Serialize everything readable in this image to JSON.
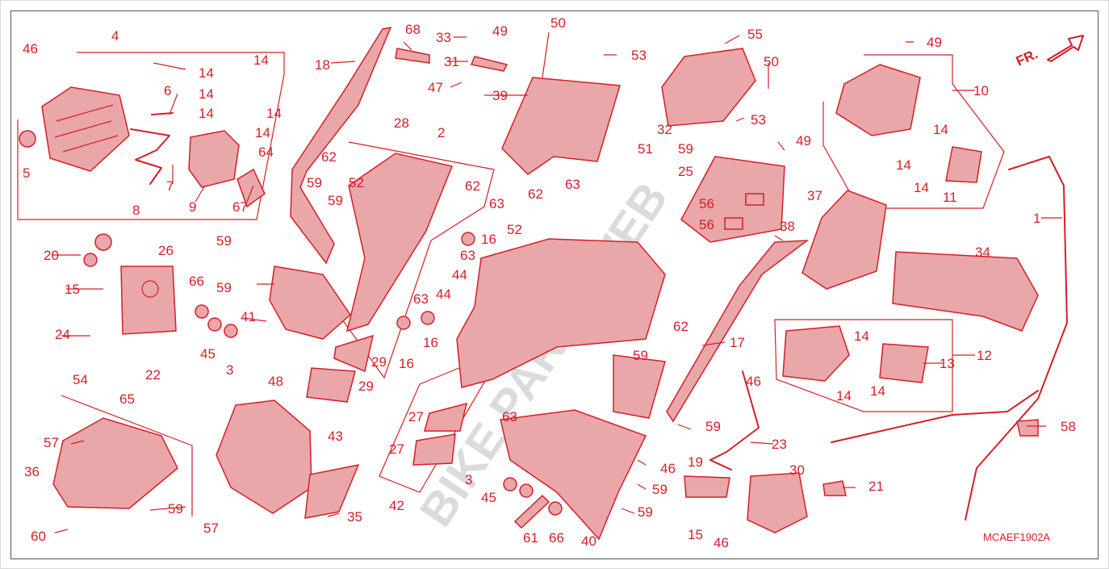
{
  "diagram": {
    "code": "MCAEF1902A",
    "direction": "FR.",
    "watermark": "BIKE PARTS WEB",
    "labels": [
      {
        "id": "l4",
        "text": "4"
      },
      {
        "id": "l46a",
        "text": "46"
      },
      {
        "id": "l5",
        "text": "5"
      },
      {
        "id": "l6",
        "text": "6"
      },
      {
        "id": "l7",
        "text": "7"
      },
      {
        "id": "l8",
        "text": "8"
      },
      {
        "id": "l9",
        "text": "9"
      },
      {
        "id": "l14a",
        "text": "14"
      },
      {
        "id": "l14b",
        "text": "14"
      },
      {
        "id": "l14c",
        "text": "14"
      },
      {
        "id": "l14d",
        "text": "14"
      },
      {
        "id": "l14e",
        "text": "14"
      },
      {
        "id": "l14f",
        "text": "14"
      },
      {
        "id": "l64",
        "text": "64"
      },
      {
        "id": "l67",
        "text": "67"
      },
      {
        "id": "l18",
        "text": "18"
      },
      {
        "id": "l68",
        "text": "68"
      },
      {
        "id": "l33",
        "text": "33"
      },
      {
        "id": "l31",
        "text": "31"
      },
      {
        "id": "l47",
        "text": "47"
      },
      {
        "id": "l28",
        "text": "28"
      },
      {
        "id": "l2",
        "text": "2"
      },
      {
        "id": "l49a",
        "text": "49"
      },
      {
        "id": "l50a",
        "text": "50"
      },
      {
        "id": "l53a",
        "text": "53"
      },
      {
        "id": "l39",
        "text": "39"
      },
      {
        "id": "l55",
        "text": "55"
      },
      {
        "id": "l50b",
        "text": "50"
      },
      {
        "id": "l53b",
        "text": "53"
      },
      {
        "id": "l32",
        "text": "32"
      },
      {
        "id": "l59a",
        "text": "59"
      },
      {
        "id": "l25",
        "text": "25"
      },
      {
        "id": "l51",
        "text": "51"
      },
      {
        "id": "l49b",
        "text": "49"
      },
      {
        "id": "l49c",
        "text": "49"
      },
      {
        "id": "l10",
        "text": "10"
      },
      {
        "id": "l14g",
        "text": "14"
      },
      {
        "id": "l14h",
        "text": "14"
      },
      {
        "id": "l14i",
        "text": "14"
      },
      {
        "id": "l11",
        "text": "11"
      },
      {
        "id": "l62a",
        "text": "62"
      },
      {
        "id": "l59b",
        "text": "59"
      },
      {
        "id": "l52a",
        "text": "52"
      },
      {
        "id": "l62b",
        "text": "62"
      },
      {
        "id": "l59c",
        "text": "59"
      },
      {
        "id": "l63a",
        "text": "63"
      },
      {
        "id": "l62c",
        "text": "62"
      },
      {
        "id": "l63b",
        "text": "63"
      },
      {
        "id": "l16a",
        "text": "16"
      },
      {
        "id": "l52b",
        "text": "52"
      },
      {
        "id": "l56a",
        "text": "56"
      },
      {
        "id": "l56b",
        "text": "56"
      },
      {
        "id": "l38",
        "text": "38"
      },
      {
        "id": "l37",
        "text": "37"
      },
      {
        "id": "l1",
        "text": "1"
      },
      {
        "id": "l20",
        "text": "20"
      },
      {
        "id": "l26",
        "text": "26"
      },
      {
        "id": "l59d",
        "text": "59"
      },
      {
        "id": "l63c",
        "text": "63"
      },
      {
        "id": "l44a",
        "text": "44"
      },
      {
        "id": "l34",
        "text": "34"
      },
      {
        "id": "l15a",
        "text": "15"
      },
      {
        "id": "l66a",
        "text": "66"
      },
      {
        "id": "l59e",
        "text": "59"
      },
      {
        "id": "l44b",
        "text": "44"
      },
      {
        "id": "l63d",
        "text": "63"
      },
      {
        "id": "l41",
        "text": "41"
      },
      {
        "id": "l16b",
        "text": "16"
      },
      {
        "id": "l62d",
        "text": "62"
      },
      {
        "id": "l24",
        "text": "24"
      },
      {
        "id": "l45a",
        "text": "45"
      },
      {
        "id": "l3a",
        "text": "3"
      },
      {
        "id": "l29a",
        "text": "29"
      },
      {
        "id": "l16c",
        "text": "16"
      },
      {
        "id": "l17",
        "text": "17"
      },
      {
        "id": "l14j",
        "text": "14"
      },
      {
        "id": "l12",
        "text": "12"
      },
      {
        "id": "l59f",
        "text": "59"
      },
      {
        "id": "l13",
        "text": "13"
      },
      {
        "id": "l54",
        "text": "54"
      },
      {
        "id": "l22",
        "text": "22"
      },
      {
        "id": "l29b",
        "text": "29"
      },
      {
        "id": "l46b",
        "text": "46"
      },
      {
        "id": "l14k",
        "text": "14"
      },
      {
        "id": "l14l",
        "text": "14"
      },
      {
        "id": "l65",
        "text": "65"
      },
      {
        "id": "l48",
        "text": "48"
      },
      {
        "id": "l63e",
        "text": "63"
      },
      {
        "id": "l59g",
        "text": "59"
      },
      {
        "id": "l58",
        "text": "58"
      },
      {
        "id": "l57a",
        "text": "57"
      },
      {
        "id": "l27a",
        "text": "27"
      },
      {
        "id": "l43",
        "text": "43"
      },
      {
        "id": "l23",
        "text": "23"
      },
      {
        "id": "l36",
        "text": "36"
      },
      {
        "id": "l27b",
        "text": "27"
      },
      {
        "id": "l46c",
        "text": "46"
      },
      {
        "id": "l19",
        "text": "19"
      },
      {
        "id": "l30",
        "text": "30"
      },
      {
        "id": "l3b",
        "text": "3"
      },
      {
        "id": "l59h",
        "text": "59"
      },
      {
        "id": "l21",
        "text": "21"
      },
      {
        "id": "l45b",
        "text": "45"
      },
      {
        "id": "l59i",
        "text": "59"
      },
      {
        "id": "l59j",
        "text": "59"
      },
      {
        "id": "l42",
        "text": "42"
      },
      {
        "id": "l57b",
        "text": "57"
      },
      {
        "id": "l35",
        "text": "35"
      },
      {
        "id": "l15b",
        "text": "15"
      },
      {
        "id": "l60",
        "text": "60"
      },
      {
        "id": "l61",
        "text": "61"
      },
      {
        "id": "l66b",
        "text": "66"
      },
      {
        "id": "l40",
        "text": "40"
      },
      {
        "id": "l46d",
        "text": "46"
      }
    ]
  }
}
